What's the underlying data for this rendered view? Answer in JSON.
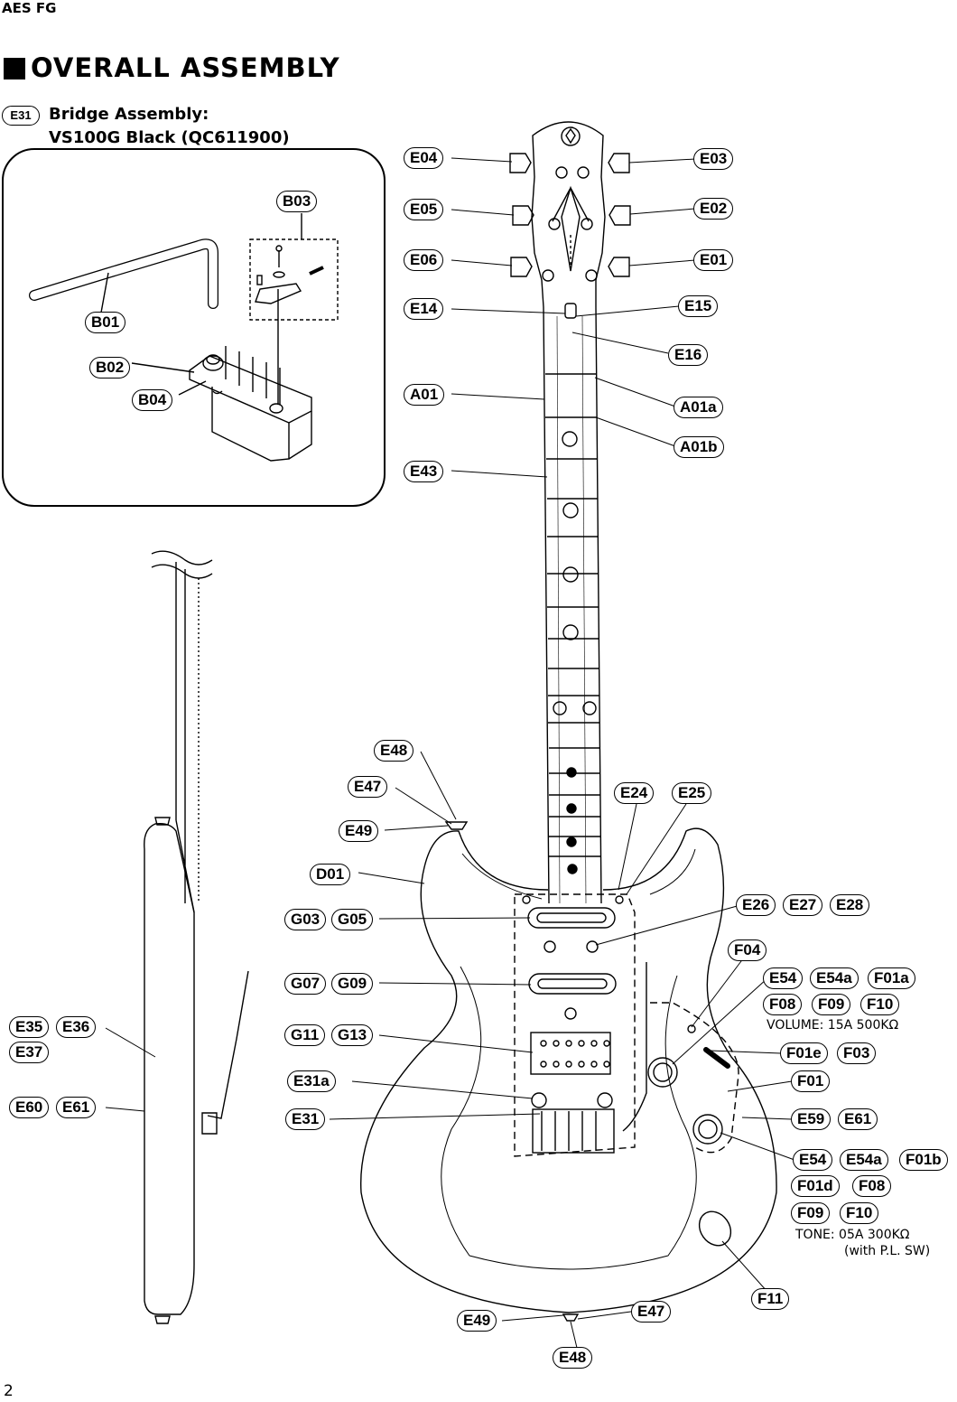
{
  "header": {
    "model": "AES FG",
    "page_number": "2"
  },
  "title": "OVERALL ASSEMBLY",
  "bridge_callout": {
    "tag": "E31",
    "line1": "Bridge Assembly:",
    "line2": "VS100G Black (QC611900)"
  },
  "notes": {
    "volume": "VOLUME: 15A 500KΩ",
    "tone_line1": "TONE: 05A 300KΩ",
    "tone_line2": "(with P.L. SW)"
  },
  "labels": {
    "b03": "B03",
    "b01": "B01",
    "b02": "B02",
    "b04": "B04",
    "e04": "E04",
    "e03": "E03",
    "e05": "E05",
    "e02": "E02",
    "e06": "E06",
    "e01": "E01",
    "e14": "E14",
    "e15": "E15",
    "e16": "E16",
    "a01": "A01",
    "a01a": "A01a",
    "a01b": "A01b",
    "e43": "E43",
    "e48": "E48",
    "e47": "E47",
    "e49": "E49",
    "e24": "E24",
    "e25": "E25",
    "d01": "D01",
    "e26": "E26",
    "e27": "E27",
    "e28": "E28",
    "g03": "G03",
    "g05": "G05",
    "f04": "F04",
    "e54": "E54",
    "e54a": "E54a",
    "f01a": "F01a",
    "g07": "G07",
    "g09": "G09",
    "f08": "F08",
    "f09": "F09",
    "f10": "F10",
    "e35": "E35",
    "e36": "E36",
    "g11": "G11",
    "g13": "G13",
    "f01e": "F01e",
    "f03": "F03",
    "e37": "E37",
    "e31a": "E31a",
    "f01": "F01",
    "e60": "E60",
    "e61": "E61",
    "e31": "E31",
    "e59": "E59",
    "f01b": "F01b",
    "f01d": "F01d",
    "f11": "F11",
    "e49b": "E49",
    "e47b": "E47",
    "e48b": "E48",
    "e54b": "E54",
    "e54ab": "E54a",
    "f08b": "F08",
    "f09b": "F09",
    "f10b": "F10",
    "e61b": "E61"
  }
}
